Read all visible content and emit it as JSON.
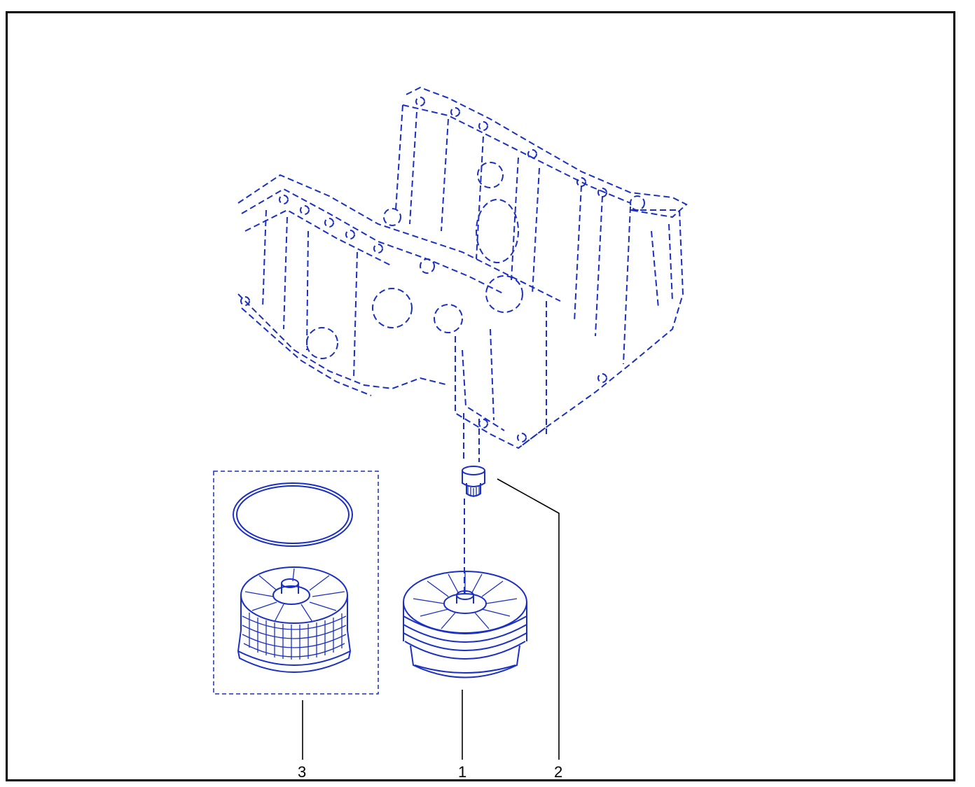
{
  "diagram": {
    "callouts": [
      {
        "id": "3",
        "label": "3"
      },
      {
        "id": "1",
        "label": "1"
      },
      {
        "id": "2",
        "label": "2"
      }
    ]
  },
  "colors": {
    "line_art": "#1a2fc4",
    "leader": "#000000",
    "frame": "#000000"
  }
}
